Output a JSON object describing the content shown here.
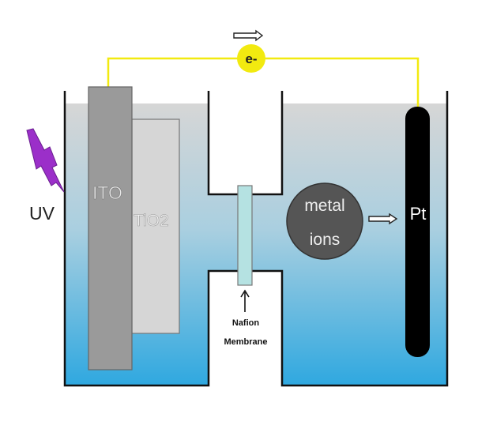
{
  "labels": {
    "electron": "e-",
    "uv": "UV",
    "ito": "ITO",
    "tio2": "TiO2",
    "metal_ions_line1": "metal",
    "metal_ions_line2": "ions",
    "pt": "Pt",
    "membrane_line1": "Nafion",
    "membrane_line2": "Membrane"
  },
  "icons": {
    "electron_flow_arrow": "right-arrow-icon",
    "ion_flow_arrow": "right-arrow-icon",
    "membrane_pointer": "up-arrow-icon",
    "uv_light": "lightning-bolt-icon"
  },
  "colors": {
    "wire": "#f2ea10",
    "electron_badge": "#f2ea10",
    "lightning": "#9b2fc9",
    "electrolyte_top": "#d3d3d3",
    "electrolyte_bottom": "#2fa8e0",
    "ito_electrode": "#9a9a9a",
    "tio2_layer": "#d6d6d6",
    "membrane": "#b5e2e2",
    "ions_circle": "#555555",
    "pt_electrode": "#000000"
  }
}
